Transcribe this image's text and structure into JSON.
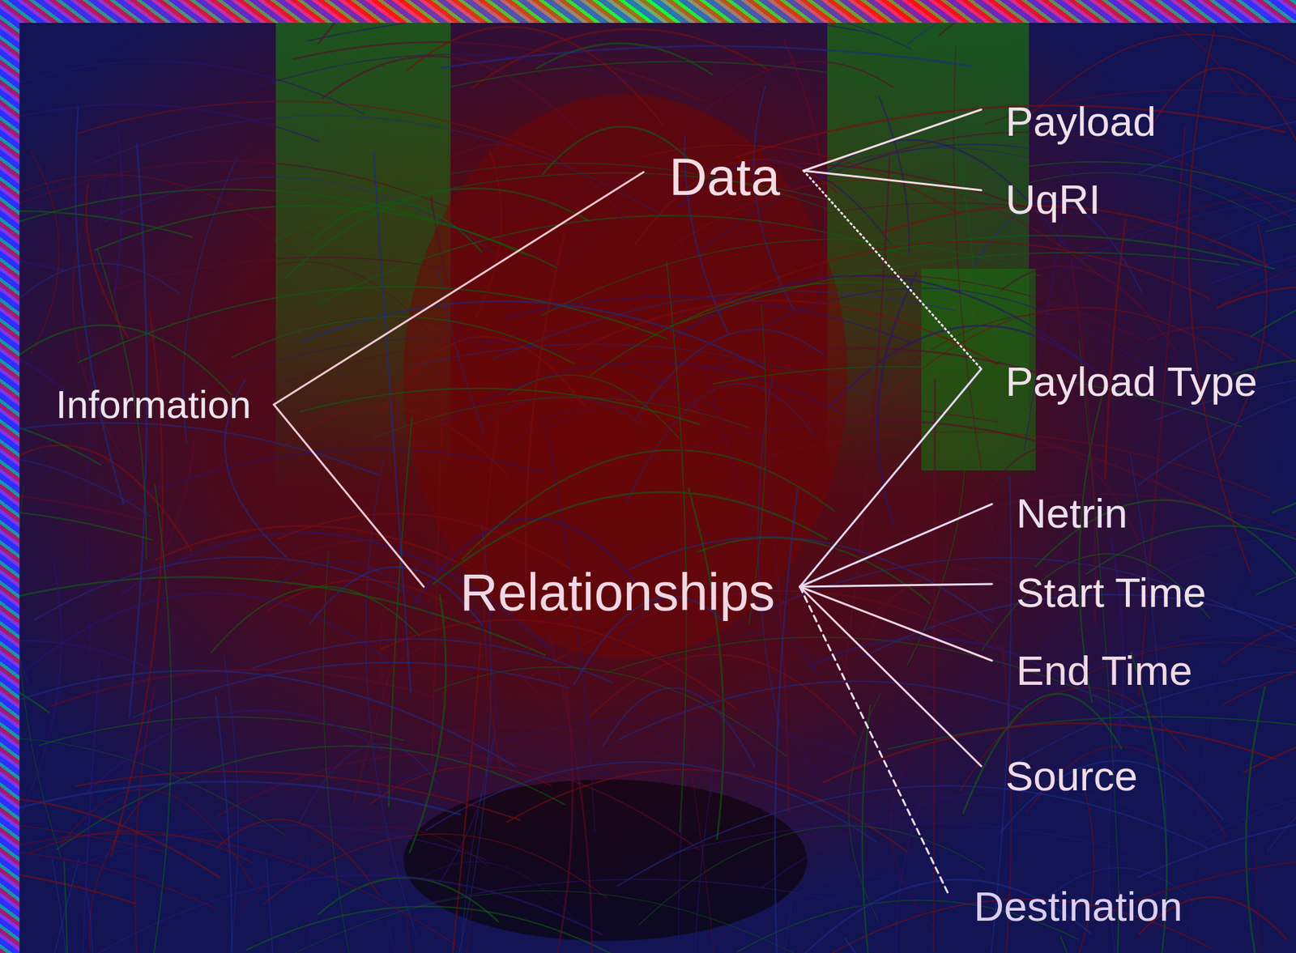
{
  "diagram": {
    "nodes": [
      {
        "text": [
          "Information"
        ]
      },
      {
        "text": [
          "Data"
        ]
      },
      {
        "text": [
          "Relationships"
        ]
      },
      {
        "text": [
          "Payload"
        ]
      },
      {
        "text": [
          "UqRI"
        ]
      },
      {
        "text": [
          "Payload Type"
        ]
      },
      {
        "text": [
          "Netrin"
        ]
      },
      {
        "text": [
          "Start Time"
        ]
      },
      {
        "text": [
          "End Time"
        ]
      },
      {
        "text": [
          "Source"
        ]
      },
      {
        "text": [
          "Destination"
        ]
      }
    ],
    "edges": [
      {
        "from": 0,
        "to": 1,
        "arrow": "none"
      },
      {
        "from": 0,
        "to": 2,
        "arrow": "none"
      },
      {
        "from": 1,
        "to": 3,
        "arrow": "none"
      },
      {
        "from": 1,
        "to": 4,
        "arrow": "none"
      },
      {
        "from": 1,
        "to": 5,
        "arrow": "none"
      },
      {
        "from": 2,
        "to": 5,
        "arrow": "none"
      },
      {
        "from": 2,
        "to": 6,
        "arrow": "none"
      },
      {
        "from": 2,
        "to": 7,
        "arrow": "none"
      },
      {
        "from": 2,
        "to": 8,
        "arrow": "none"
      },
      {
        "from": 2,
        "to": 9,
        "arrow": "none"
      },
      {
        "from": 2,
        "to": 10,
        "arrow": "none"
      }
    ]
  }
}
